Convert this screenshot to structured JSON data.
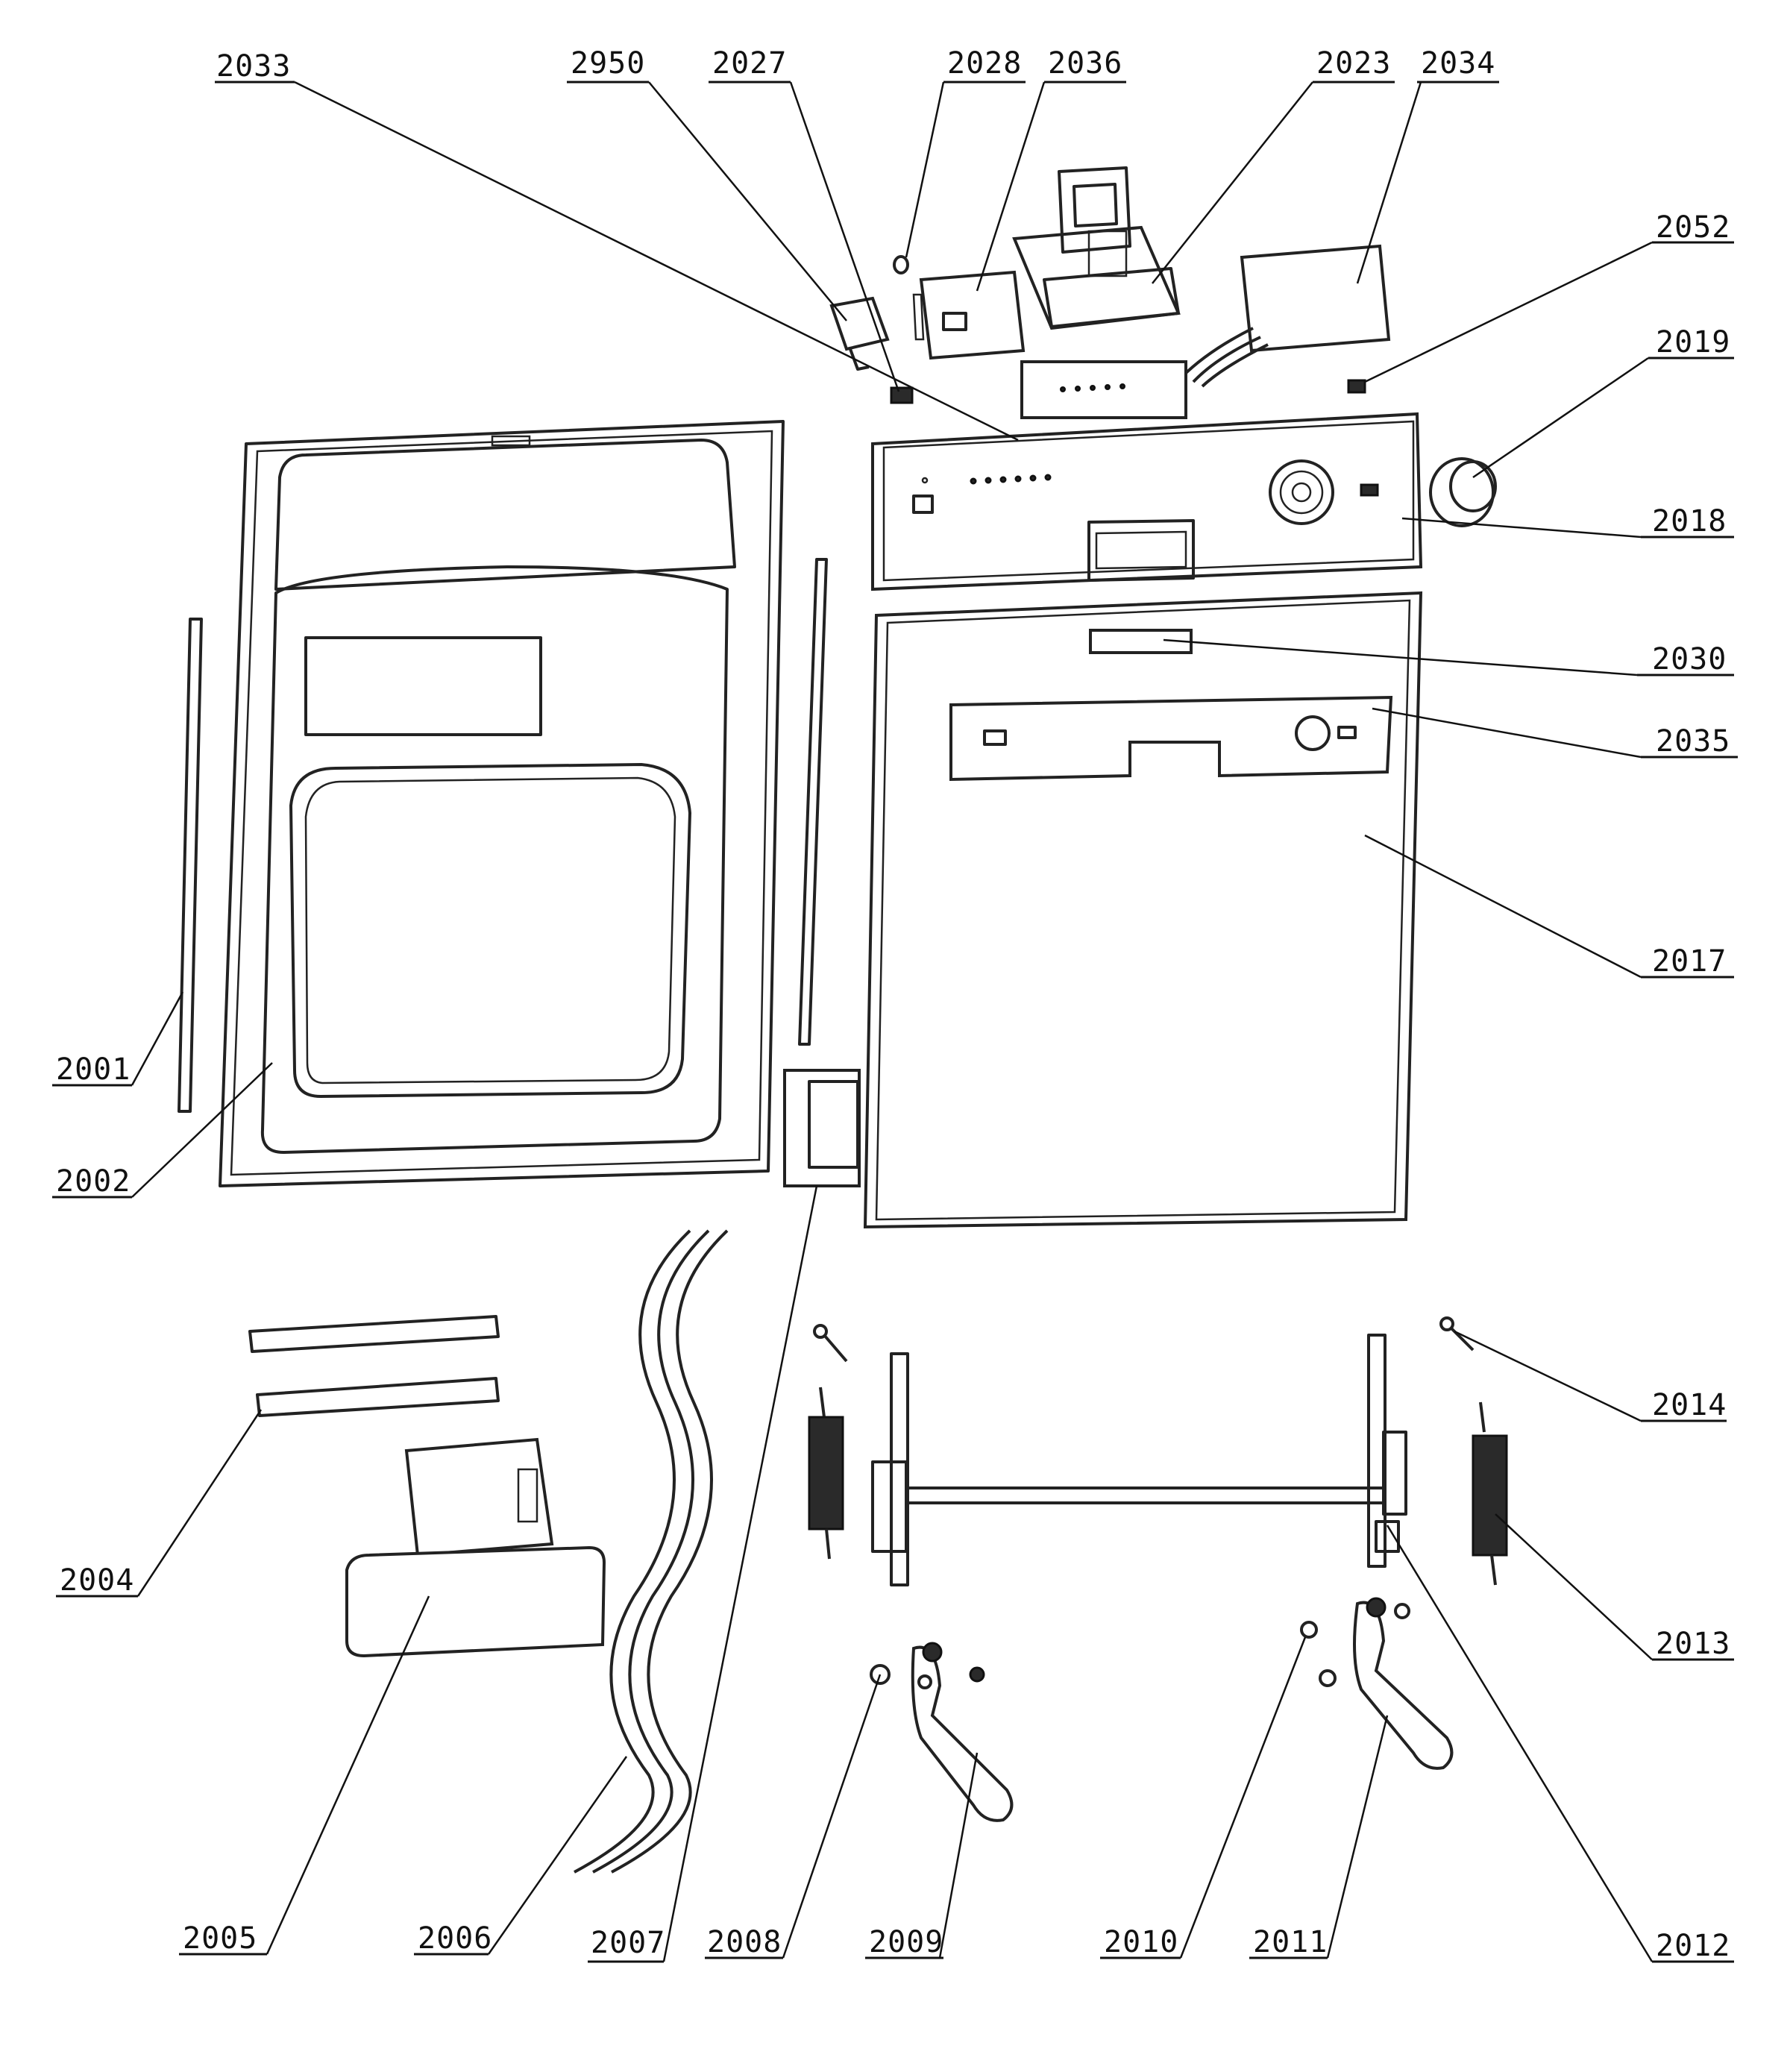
{
  "callouts": {
    "c2033": "2033",
    "c2950": "2950",
    "c2027": "2027",
    "c2028": "2028",
    "c2036": "2036",
    "c2023": "2023",
    "c2034": "2034",
    "c2052": "2052",
    "c2019": "2019",
    "c2018": "2018",
    "c2030": "2030",
    "c2035": "2035",
    "c2017": "2017",
    "c2001": "2001",
    "c2002": "2002",
    "c2014": "2014",
    "c2013": "2013",
    "c2004": "2004",
    "c2005": "2005",
    "c2006": "2006",
    "c2007": "2007",
    "c2008": "2008",
    "c2009": "2009",
    "c2010": "2010",
    "c2011": "2011",
    "c2012": "2012"
  }
}
